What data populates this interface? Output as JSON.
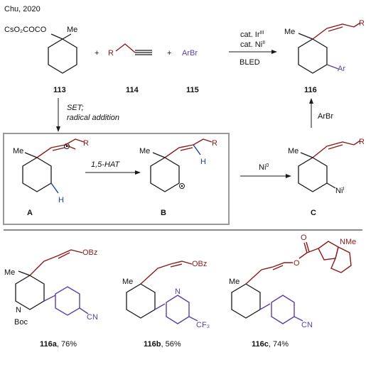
{
  "header": {
    "citation": "Chu, 2020"
  },
  "reagents": {
    "r113": {
      "formula": "CsO₂COCO",
      "me": "Me",
      "label": "113"
    },
    "r114": {
      "r": "R",
      "label": "114"
    },
    "r115": {
      "text": "ArBr",
      "label": "115"
    },
    "plus1": "+",
    "plus2": "+"
  },
  "conditions": {
    "cat1": "cat. Ir",
    "cat1_sup": "III",
    "cat2": "cat. Ni",
    "cat2_sup": "II",
    "light": "BLED"
  },
  "product116": {
    "me": "Me",
    "r": "R",
    "ar": "Ar",
    "label": "116"
  },
  "step_down": {
    "line1": "SET;",
    "line2": "radical addition"
  },
  "step_up": {
    "text": "ArBr"
  },
  "intermediates": {
    "A": {
      "me": "Me",
      "r": "R",
      "h": "H",
      "label": "A"
    },
    "B": {
      "me": "Me",
      "r": "R",
      "h": "H",
      "label": "B"
    },
    "C": {
      "me": "Me",
      "r": "R",
      "ni": "Ni",
      "ni_sup": "I",
      "label": "C"
    },
    "hat": "1,5-HAT",
    "ni0": "Ni",
    "ni0_sup": "0"
  },
  "examples": {
    "e116a": {
      "me": "Me",
      "obz": "OBz",
      "n": "N",
      "boc": "Boc",
      "cn": "CN",
      "label": "116a",
      "yield": ", 76%"
    },
    "e116b": {
      "me": "Me",
      "obz": "OBz",
      "n": "N",
      "cf3": "CF₃",
      "label": "116b",
      "yield": ", 56%"
    },
    "e116c": {
      "me": "Me",
      "o1": "O",
      "o2": "O",
      "nme": "NMe",
      "cn": "CN",
      "label": "116c",
      "yield": ", 74%"
    }
  },
  "colors": {
    "red": "#8b1a1a",
    "blue": "#1a3fa8",
    "purple": "#5b3fa0",
    "box_border": "#999999"
  }
}
